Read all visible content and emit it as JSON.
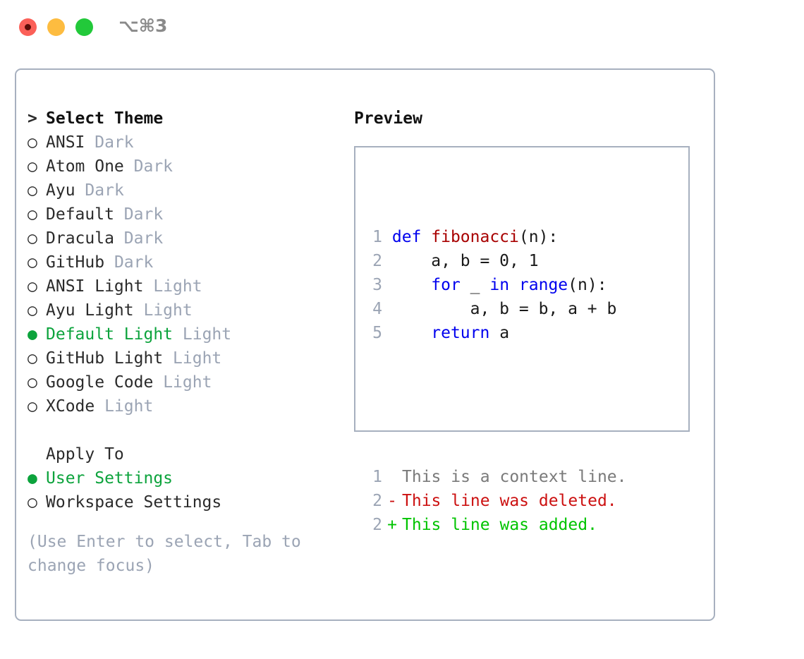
{
  "window": {
    "shortcut_label": "⌥⌘3",
    "traffic_lights": [
      "close",
      "minimize",
      "maximize"
    ]
  },
  "theme_panel": {
    "header_prefix": ">",
    "header_label": "Select Theme",
    "selected_bullet": "●",
    "unselected_bullet": "○",
    "items": [
      {
        "name": "ANSI",
        "mode": "Dark",
        "selected": false
      },
      {
        "name": "Atom One",
        "mode": "Dark",
        "selected": false
      },
      {
        "name": "Ayu",
        "mode": "Dark",
        "selected": false
      },
      {
        "name": "Default",
        "mode": "Dark",
        "selected": false
      },
      {
        "name": "Dracula",
        "mode": "Dark",
        "selected": false
      },
      {
        "name": "GitHub",
        "mode": "Dark",
        "selected": false
      },
      {
        "name": "ANSI Light",
        "mode": "Light",
        "selected": false
      },
      {
        "name": "Ayu Light",
        "mode": "Light",
        "selected": false
      },
      {
        "name": "Default Light",
        "mode": "Light",
        "selected": true
      },
      {
        "name": "GitHub Light",
        "mode": "Light",
        "selected": false
      },
      {
        "name": "Google Code",
        "mode": "Light",
        "selected": false
      },
      {
        "name": "XCode",
        "mode": "Light",
        "selected": false
      }
    ]
  },
  "apply_to": {
    "label": "Apply To",
    "options": [
      {
        "label": "User Settings",
        "selected": true
      },
      {
        "label": "Workspace Settings",
        "selected": false
      }
    ]
  },
  "hint": {
    "line1": "(Use Enter to select, Tab to",
    "line2": "change focus)"
  },
  "preview": {
    "title": "Preview",
    "code_lines": [
      {
        "no": "1",
        "tokens": [
          {
            "t": "def ",
            "k": "kw"
          },
          {
            "t": "fibonacci",
            "k": "fn"
          },
          {
            "t": "(n):",
            "k": "plain"
          }
        ]
      },
      {
        "no": "2",
        "tokens": [
          {
            "t": "    a, b = 0, 1",
            "k": "plain"
          }
        ]
      },
      {
        "no": "3",
        "tokens": [
          {
            "t": "    ",
            "k": "plain"
          },
          {
            "t": "for",
            "k": "kw"
          },
          {
            "t": " _ ",
            "k": "plain"
          },
          {
            "t": "in",
            "k": "kw"
          },
          {
            "t": " ",
            "k": "plain"
          },
          {
            "t": "range",
            "k": "kw"
          },
          {
            "t": "(n):",
            "k": "plain"
          }
        ]
      },
      {
        "no": "4",
        "tokens": [
          {
            "t": "        a, b = b, a + b",
            "k": "plain"
          }
        ]
      },
      {
        "no": "5",
        "tokens": [
          {
            "t": "    ",
            "k": "plain"
          },
          {
            "t": "return",
            "k": "kw"
          },
          {
            "t": " a",
            "k": "plain"
          }
        ]
      }
    ],
    "diff_lines": [
      {
        "no": "1",
        "marker": " ",
        "text": "This is a context line.",
        "kind": "context"
      },
      {
        "no": "2",
        "marker": "-",
        "text": "This line was deleted.",
        "kind": "del"
      },
      {
        "no": "2",
        "marker": "+",
        "text": "This line was added.",
        "kind": "add"
      }
    ]
  },
  "colors": {
    "accent_green": "#0CA33C",
    "border": "#A7B0BF",
    "muted": "#9BA4B4",
    "keyword": "#0000EE",
    "function": "#A80000",
    "diff_add": "#00C400",
    "diff_del": "#CC1111",
    "diff_context": "#7A7A7A"
  }
}
